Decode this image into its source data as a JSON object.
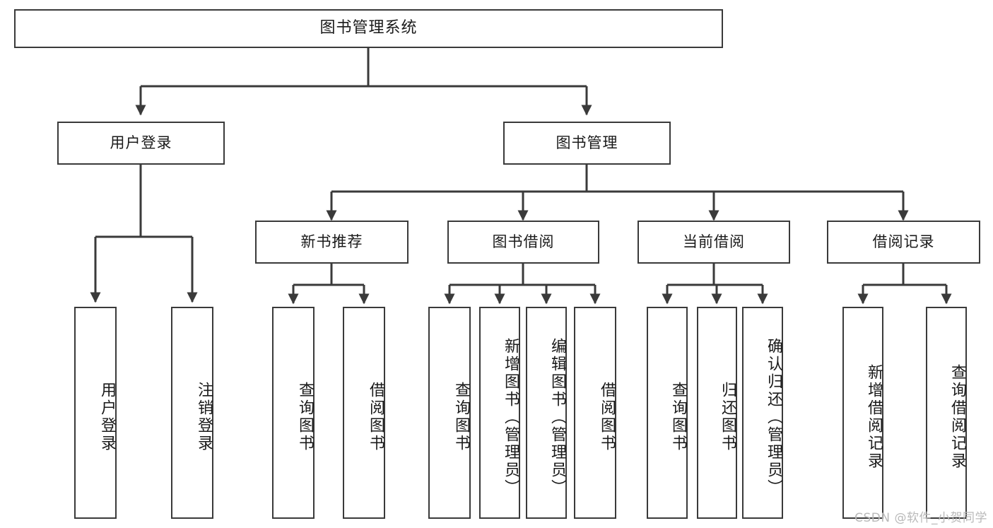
{
  "diagram": {
    "title": "图书管理系统",
    "type": "tree-hierarchy-diagram",
    "colors": {
      "border": "#3a3a3a",
      "background": "#ffffff",
      "text": "#1a1a1a",
      "watermark": "#b9b9b9"
    },
    "levels": {
      "root": {
        "label": "图书管理系统"
      },
      "level2": [
        {
          "label": "用户登录"
        },
        {
          "label": "图书管理"
        }
      ],
      "level3": [
        {
          "label": "新书推荐"
        },
        {
          "label": "图书借阅"
        },
        {
          "label": "当前借阅"
        },
        {
          "label": "借阅记录"
        }
      ],
      "leaves": [
        {
          "label": "用户登录",
          "parent": "用户登录"
        },
        {
          "label": "注销登录",
          "parent": "用户登录"
        },
        {
          "label": "查询图书",
          "parent": "新书推荐"
        },
        {
          "label": "借阅图书",
          "parent": "新书推荐"
        },
        {
          "label": "查询图书",
          "parent": "图书借阅"
        },
        {
          "label": "新增图书（管理员）",
          "parent": "图书借阅"
        },
        {
          "label": "编辑图书（管理员）",
          "parent": "图书借阅"
        },
        {
          "label": "借阅图书",
          "parent": "图书借阅"
        },
        {
          "label": "查询图书",
          "parent": "当前借阅"
        },
        {
          "label": "归还图书",
          "parent": "当前借阅"
        },
        {
          "label": "确认归还（管理员）",
          "parent": "当前借阅"
        },
        {
          "label": "新增借阅记录",
          "parent": "借阅记录"
        },
        {
          "label": "查询借阅记录",
          "parent": "借阅记录"
        }
      ]
    },
    "watermark": "CSDN @软件_小贺同学"
  }
}
